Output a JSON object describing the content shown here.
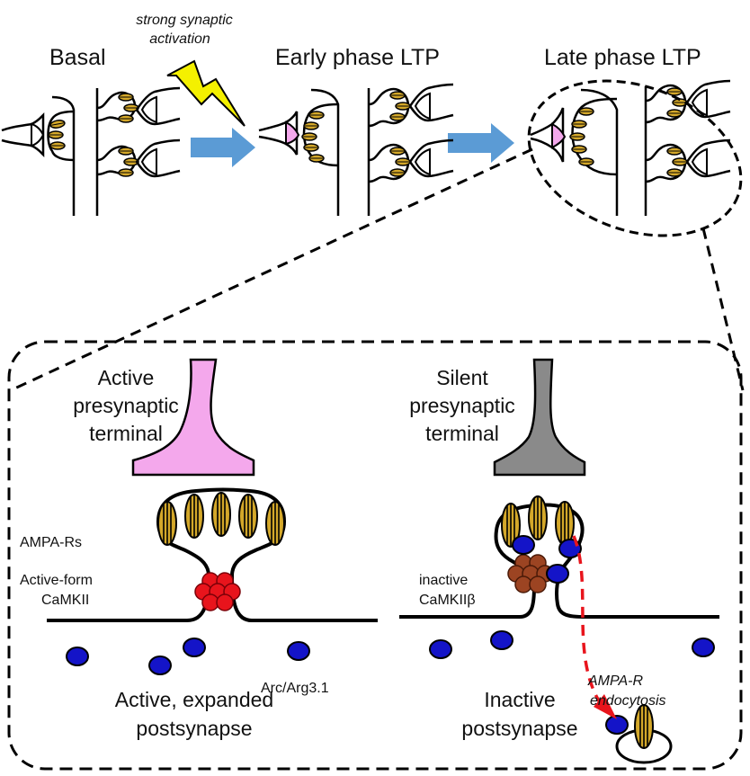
{
  "top": {
    "stage_basal": "Basal",
    "stimulus_line1": "strong synaptic",
    "stimulus_line2": "activation",
    "stage_early": "Early phase LTP",
    "stage_late": "Late phase LTP"
  },
  "active_panel": {
    "terminal_line1": "Active",
    "terminal_line2": "presynaptic",
    "terminal_line3": "terminal",
    "ampa_label": "AMPA-Rs",
    "camkii_line1": "Active-form",
    "camkii_line2": "CaMKII",
    "arc_label": "Arc/Arg3.1",
    "post_line1": "Active, expanded",
    "post_line2": "postsynapse"
  },
  "silent_panel": {
    "terminal_line1": "Silent",
    "terminal_line2": "presynaptic",
    "terminal_line3": "terminal",
    "camkii_line1": "inactive",
    "camkii_line2": "CaMKIIβ",
    "endo_line1": "AMPA-R",
    "endo_line2": "endocytosis",
    "post_line1": "Inactive",
    "post_line2": "postsynapse"
  },
  "colors": {
    "active_terminal": "#f4a8ec",
    "silent_terminal": "#8a8a8a",
    "ampa_receptor": "#d4a82a",
    "active_camkii": "#e8141c",
    "inactive_camkii": "#9c4422",
    "arc_protein": "#1414c8",
    "arrow": "#5b9bd5",
    "lightning": "#f4f000",
    "endocytosis_arrow": "#e8141c"
  }
}
